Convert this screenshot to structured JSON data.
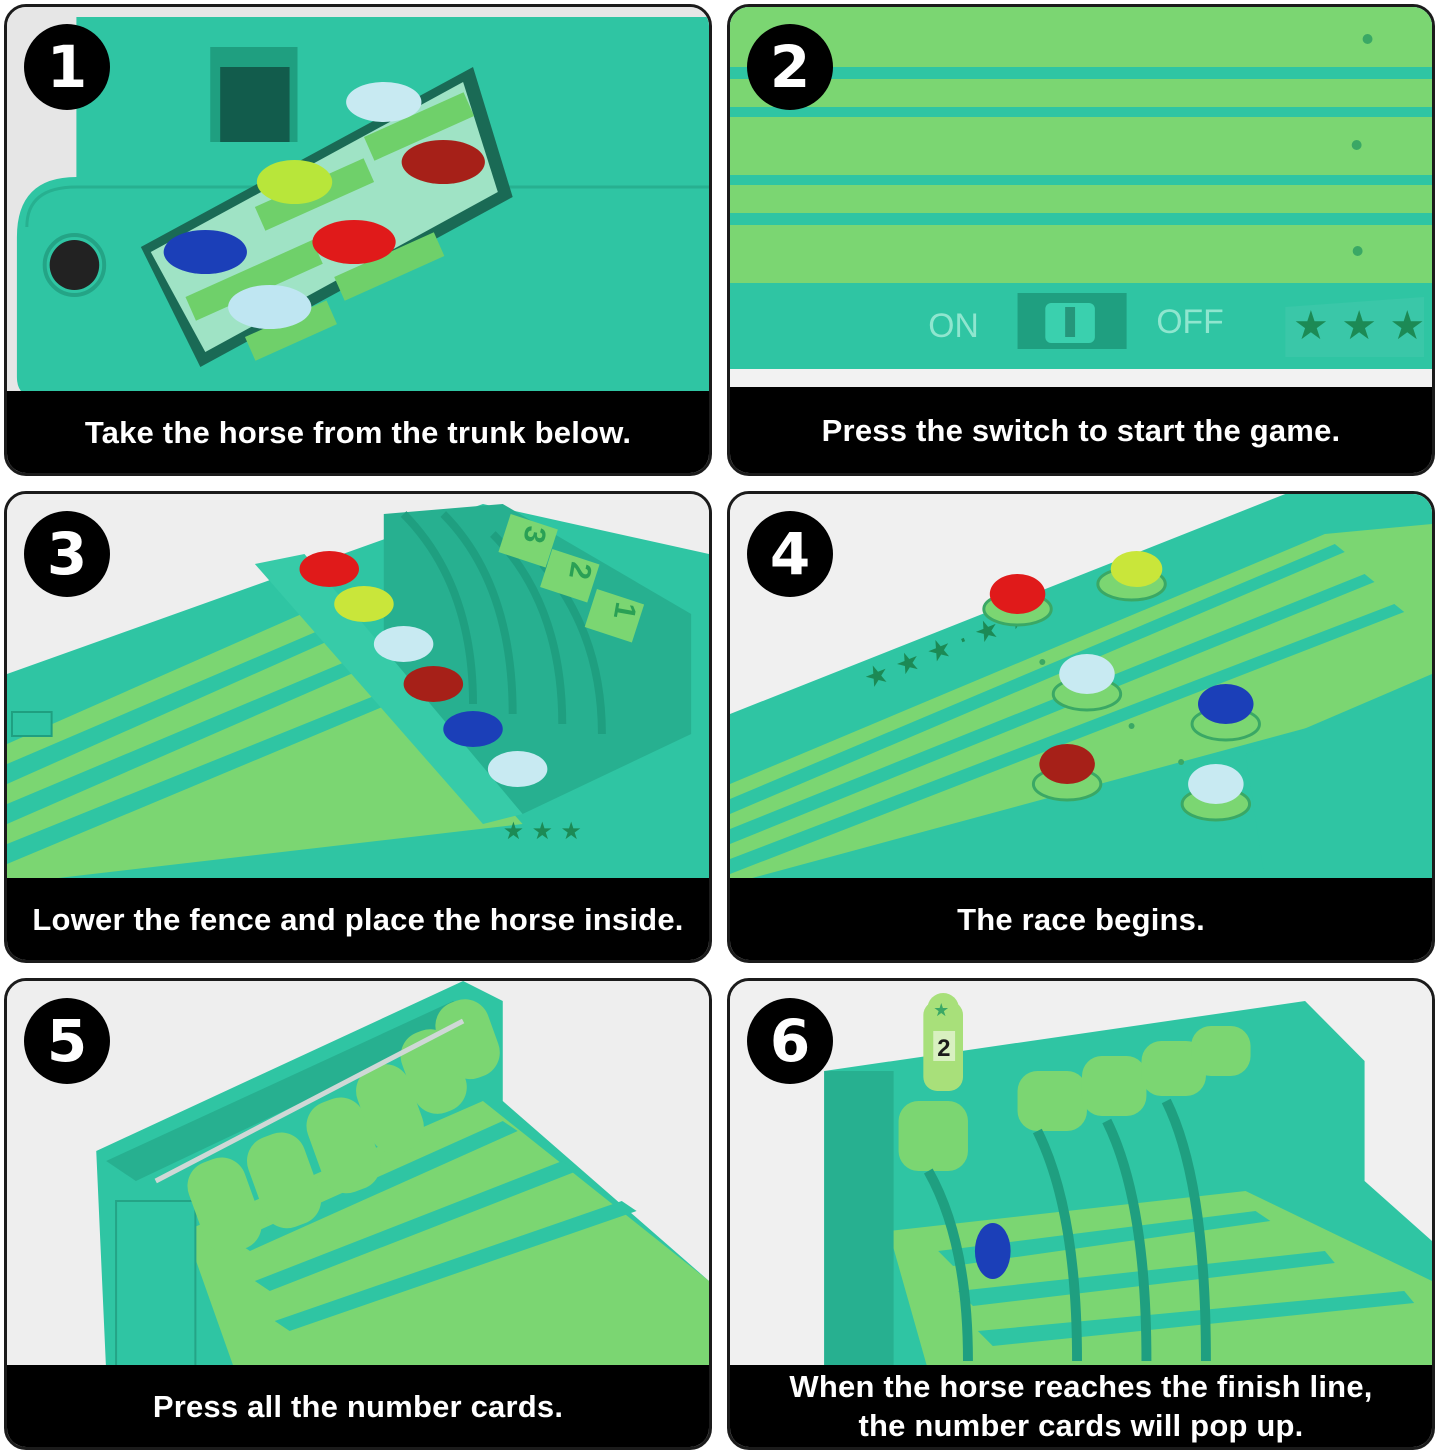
{
  "steps": [
    {
      "number": "1",
      "caption": "Take the horse from the trunk below."
    },
    {
      "number": "2",
      "caption": "Press the switch to start the game."
    },
    {
      "number": "3",
      "caption": "Lower the fence and place the horse inside."
    },
    {
      "number": "4",
      "caption": "The race begins."
    },
    {
      "number": "5",
      "caption": "Press all the number cards."
    },
    {
      "number": "6",
      "caption_line1": "When the horse reaches the finish line,",
      "caption_line2": "the number cards will pop up."
    }
  ],
  "switch_labels": {
    "on": "ON",
    "off": "OFF"
  },
  "gate_numbers": [
    "3",
    "2",
    "1"
  ],
  "popup_number": "2",
  "colors": {
    "teal": "#2fc5a3",
    "lane_green": "#7bd672",
    "caption_bg": "#000000",
    "badge_bg": "#000000"
  }
}
